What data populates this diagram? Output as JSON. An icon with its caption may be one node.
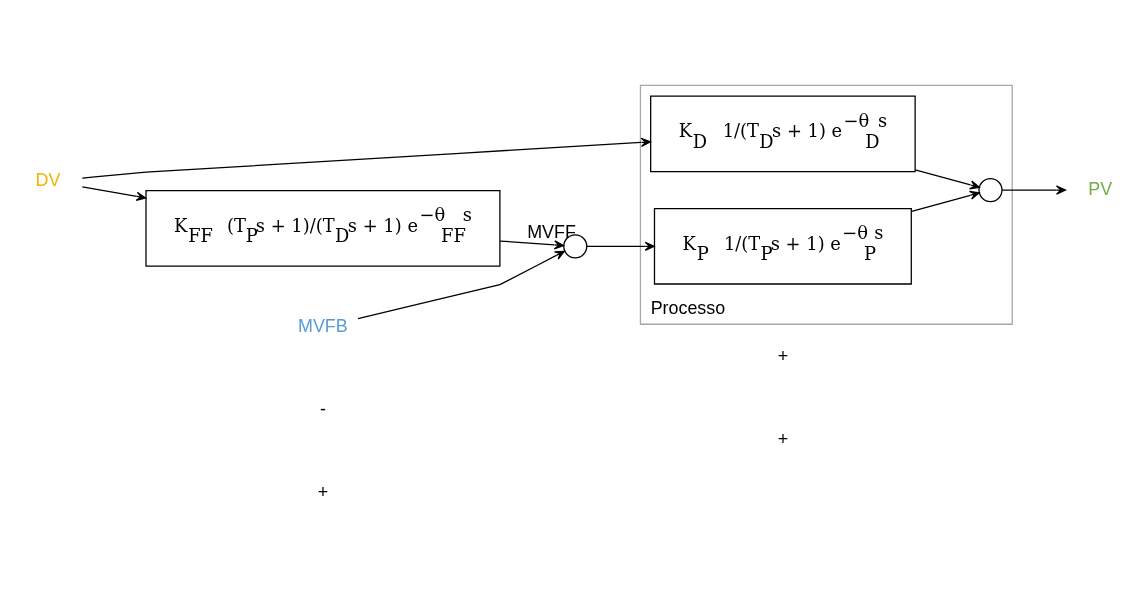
{
  "diagram": {
    "nodes": [
      {
        "text": [
          "DV"
        ]
      },
      {
        "text": [
          "Processo"
        ]
      },
      {
        "text": [
          "K$_{D}$ 1/(T$_{D}$s + 1) e$^{−θ}$$_{D}$$^{s}$"
        ],
        "in": 1
      },
      {
        "text": [
          "K$_{P}$ 1/(T$_{P}$s + 1) e$^{−θ}$$_{P}$$^{s}$"
        ],
        "in": 1
      },
      {
        "text": [
          "K$_{FF}$ (T$_{P}$s + 1)/(T$_{D}$s + 1) e$^{−θ}$$_{FF}$$^{s}$"
        ]
      },
      {
        "text": [],
        "shape": "circle"
      },
      {
        "text": [],
        "shape": "circle",
        "in": 1
      },
      {
        "text": [
          "MVFB"
        ]
      },
      {
        "text": [
          "PV"
        ]
      }
    ],
    "edges": [
      {
        "from": 0,
        "to": 2,
        "arrow": "to"
      },
      {
        "from": 0,
        "to": 4,
        "arrow": "to"
      },
      {
        "from": 4,
        "to": 5,
        "arrow": "to",
        "label": "MVFF"
      },
      {
        "from": 7,
        "to": 5,
        "arrow": "to"
      },
      {
        "from": 5,
        "to": 3,
        "arrow": "to"
      },
      {
        "from": 2,
        "to": 6,
        "arrow": "to"
      },
      {
        "from": 3,
        "to": 6,
        "arrow": "to"
      },
      {
        "from": 6,
        "to": 8,
        "arrow": "to"
      }
    ],
    "labels": [
      "-",
      "+",
      "+",
      "+"
    ]
  }
}
